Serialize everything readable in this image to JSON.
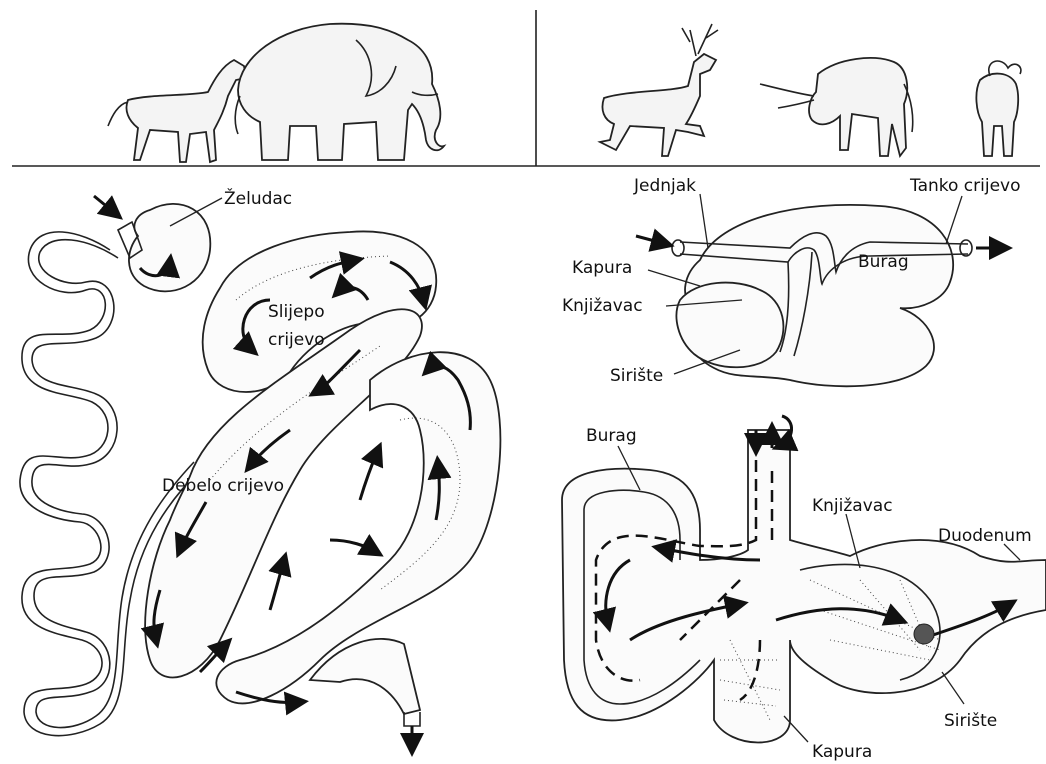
{
  "labels": {
    "horse_stomach": "Želudac",
    "cecum": "Slijepo crijevo",
    "cecum_line1": "Slijepo",
    "cecum_line2": "crijevo",
    "colon": "Debelo crijevo",
    "esophagus": "Jednjak",
    "small_intestine": "Tanko crijevo",
    "reticulum_top": "Kapura",
    "rumen_top": "Burag",
    "omasum_top": "Knjižavac",
    "abomasum_top": "Sirište",
    "rumen_bottom": "Burag",
    "omasum_bottom": "Knjižavac",
    "duodenum": "Duodenum",
    "abomasum_bottom": "Sirište",
    "reticulum_bottom": "Kapura"
  },
  "animals": {
    "left_group": [
      "horse",
      "elephant"
    ],
    "right_group": [
      "deer",
      "cattle",
      "sheep"
    ]
  }
}
